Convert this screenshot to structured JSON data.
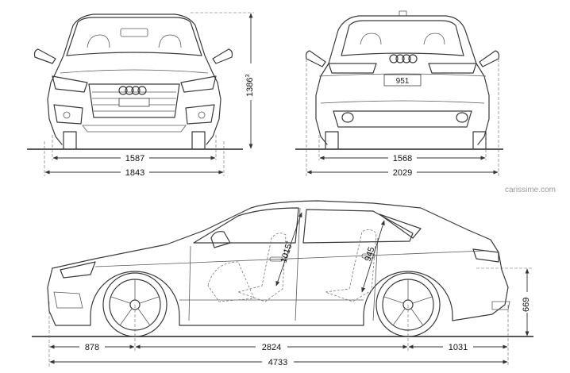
{
  "watermark": "carissime.com",
  "front_view": {
    "dims": {
      "track": "1587",
      "width": "1843",
      "height": "1386",
      "height_note": "3"
    }
  },
  "rear_view": {
    "plate": "951",
    "dims": {
      "track": "1568",
      "width_mirrors": "2029"
    }
  },
  "side_view": {
    "dims": {
      "front_overhang": "878",
      "wheelbase": "2824",
      "rear_overhang": "1031",
      "length": "4733",
      "headroom_front": "1015",
      "headroom_front_note": "*",
      "headroom_rear": "945",
      "trunk_height": "669"
    }
  },
  "colors": {
    "line": "#3a3a3a",
    "dim": "#333333",
    "watermark": "#9a9a9a"
  },
  "icons": [
    "arrow-icon",
    "audi-rings-logo"
  ]
}
